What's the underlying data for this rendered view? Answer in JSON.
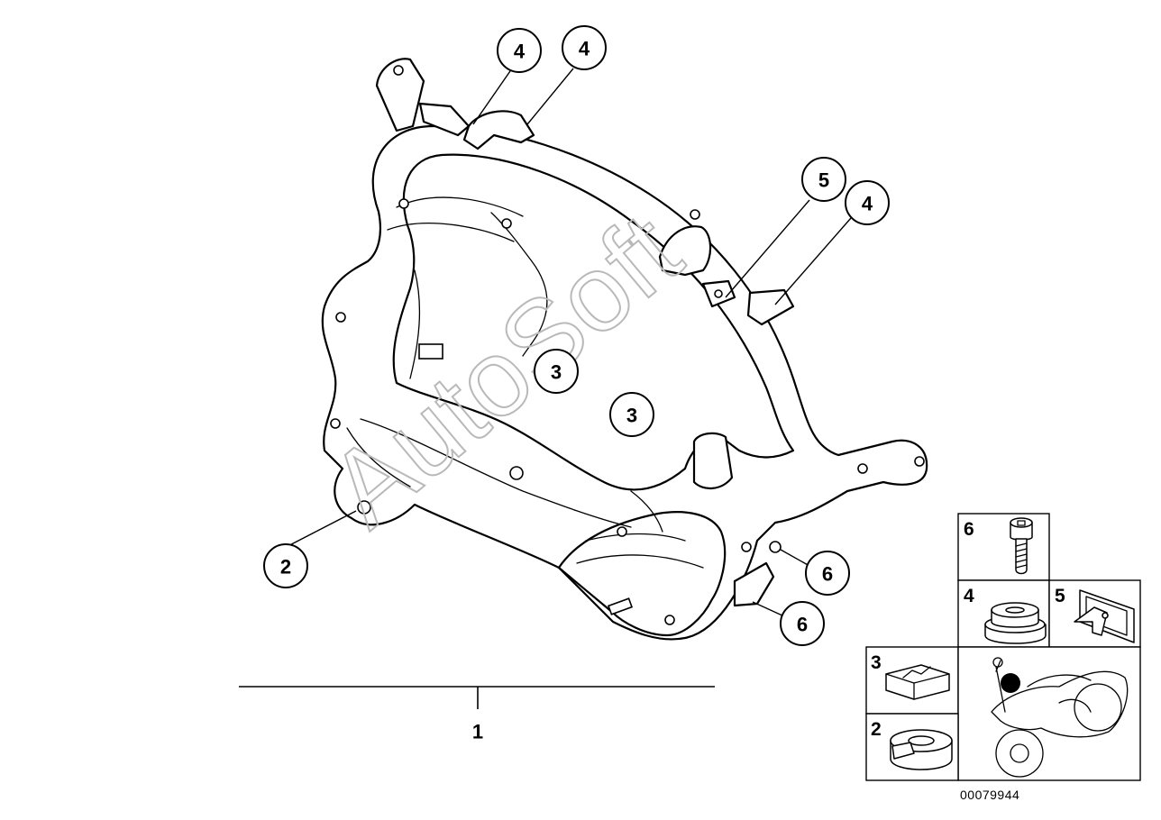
{
  "watermark": "AutoSoft",
  "assembly_label": "1",
  "diagram_code": "00079944",
  "callouts": [
    {
      "id": "c4a",
      "label": "4"
    },
    {
      "id": "c4b",
      "label": "4"
    },
    {
      "id": "c5",
      "label": "5"
    },
    {
      "id": "c4c",
      "label": "4"
    },
    {
      "id": "c3a",
      "label": "3"
    },
    {
      "id": "c3b",
      "label": "3"
    },
    {
      "id": "c2",
      "label": "2"
    },
    {
      "id": "c6a",
      "label": "6"
    },
    {
      "id": "c6b",
      "label": "6"
    }
  ],
  "legend": {
    "cells": [
      {
        "label": "6",
        "part": "screw"
      },
      {
        "label": "4",
        "part": "rubber-grommet"
      },
      {
        "label": "5",
        "part": "clip-nut"
      },
      {
        "label": "3",
        "part": "rubber-pad"
      },
      {
        "label": "2",
        "part": "spring-clip"
      }
    ],
    "locator": "motorcycle-locator"
  }
}
